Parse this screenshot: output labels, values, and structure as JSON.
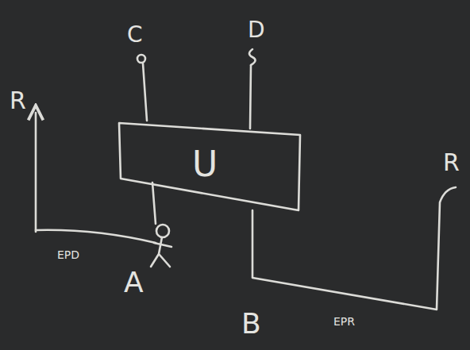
{
  "diagram": {
    "nodes": [
      {
        "text": [
          "U"
        ]
      }
    ],
    "labels": [
      "C",
      "D",
      "R",
      "R",
      "EPD",
      "A",
      "B",
      "EPR"
    ]
  }
}
